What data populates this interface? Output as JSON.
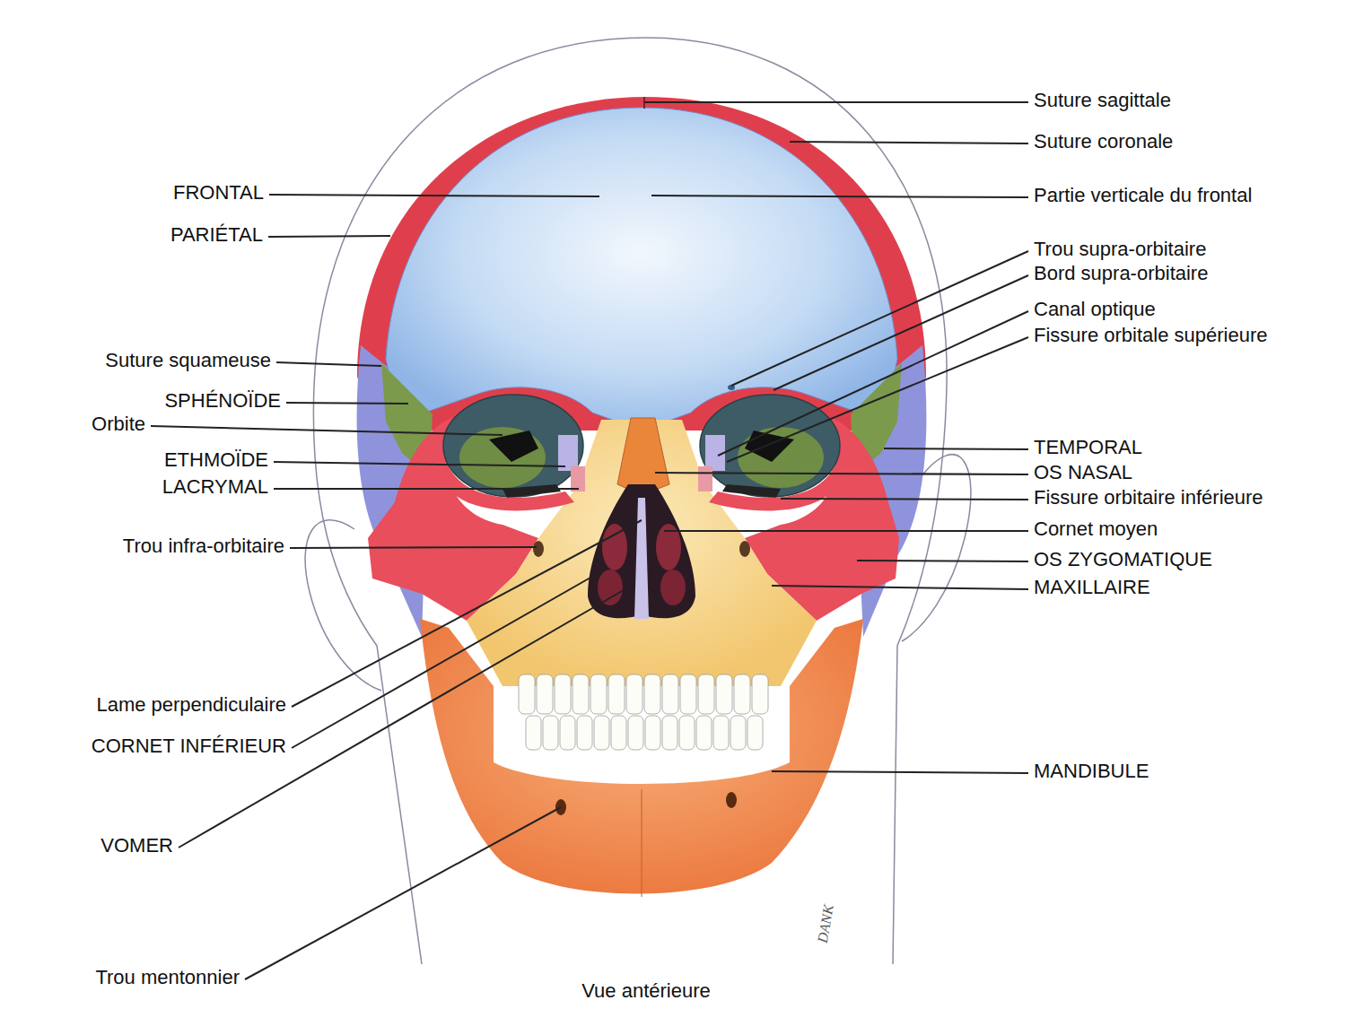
{
  "diagram": {
    "caption": "Vue antérieure",
    "labels": [
      "Suture sagittale",
      "Suture coronale",
      "FRONTAL",
      "Partie verticale du frontal",
      "PARIÉTAL",
      "Trou supra-orbitaire",
      "Bord supra-orbitaire",
      "Canal optique",
      "Fissure orbitale supérieure",
      "Suture squameuse",
      "SPHÉNOÏDE",
      "Orbite",
      "TEMPORAL",
      "ETHMOÏDE",
      "OS NASAL",
      "LACRYMAL",
      "Fissure orbitaire inférieure",
      "Cornet moyen",
      "Trou infra-orbitaire",
      "OS ZYGOMATIQUE",
      "MAXILLAIRE",
      "Lame perpendiculaire",
      "CORNET INFÉRIEUR",
      "MANDIBULE",
      "VOMER",
      "Trou mentonnier",
      "DANK"
    ]
  }
}
